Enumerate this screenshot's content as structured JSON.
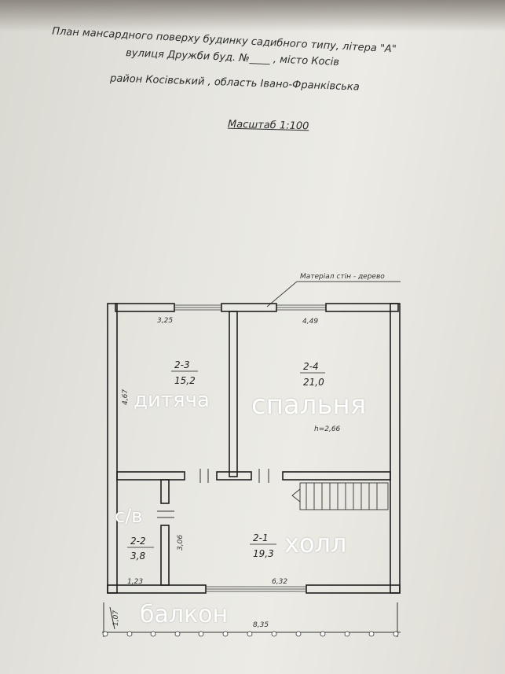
{
  "header": {
    "line1": "План мансардного поверху будинку садибного типу, літера \"А\"",
    "line2": "вулиця Дружби  буд. №____ ,  місто Косів",
    "line3": "район Косівський , область Івано-Франківська",
    "scale": "Масштаб  1:100"
  },
  "plan": {
    "material_note": "Матеріал стін - дерево",
    "rooms": [
      {
        "id": "2-3",
        "area": "15,2"
      },
      {
        "id": "2-4",
        "area": "21,0"
      },
      {
        "id": "2-2",
        "area": "3,8"
      },
      {
        "id": "2-1",
        "area": "19,3"
      }
    ],
    "dimensions": {
      "d1": "3,25",
      "d2": "4,49",
      "d3": "4,67",
      "d4": "h=2,66",
      "d5": "3,06",
      "d6": "1,23",
      "d7": "6,32",
      "d8": "1,07",
      "d9": "8,35"
    }
  },
  "labels": {
    "nursery": "дитяча",
    "bedroom": "спальня",
    "wc": "с/в",
    "hall": "холл",
    "balcony": "балкон"
  }
}
